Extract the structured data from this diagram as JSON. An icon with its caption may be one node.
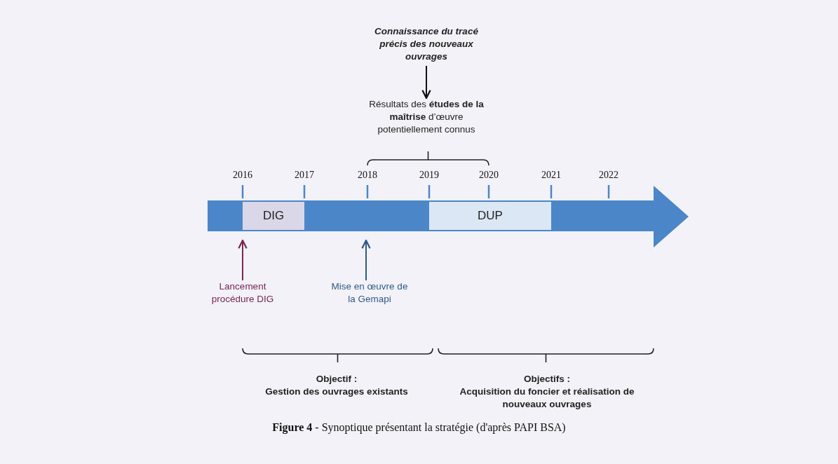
{
  "diagram": {
    "caption": "**Figure 4** - Synoptique présentant la stratégie (d'après PAPI BSA)",
    "nodes": [
      {
        "text": [
          "Connaissance du tracé précis des nouveaux ouvrages"
        ]
      },
      {
        "text": [
          "Résultats des **études de la maîtrise** d’œuvre potentiellement connus"
        ]
      },
      {
        "text": [],
        "shape": "band"
      },
      {
        "text": [
          "DIG"
        ],
        "in": 2
      },
      {
        "text": [
          "DUP"
        ],
        "in": 2
      },
      {
        "text": [
          "Lancement procédure DIG"
        ]
      },
      {
        "text": [
          "Mise en œuvre de la Gemapi"
        ]
      },
      {
        "text": [
          "Objectif :",
          "Gestion des ouvrages existants"
        ]
      },
      {
        "text": [
          "Objectifs :",
          "Acquisition du foncier et réalisation de nouveaux ouvrages"
        ]
      }
    ],
    "edges": [
      {
        "from": 0,
        "to": 1,
        "arrow": "to"
      },
      {
        "from": 5,
        "to": 2,
        "arrow": "to",
        "color": "#7a2555"
      },
      {
        "from": 6,
        "to": 2,
        "arrow": "to",
        "color": "#2e5a8c"
      }
    ],
    "labels": [
      "2016",
      "2017",
      "2018",
      "2019",
      "2020",
      "2021",
      "2022"
    ]
  }
}
